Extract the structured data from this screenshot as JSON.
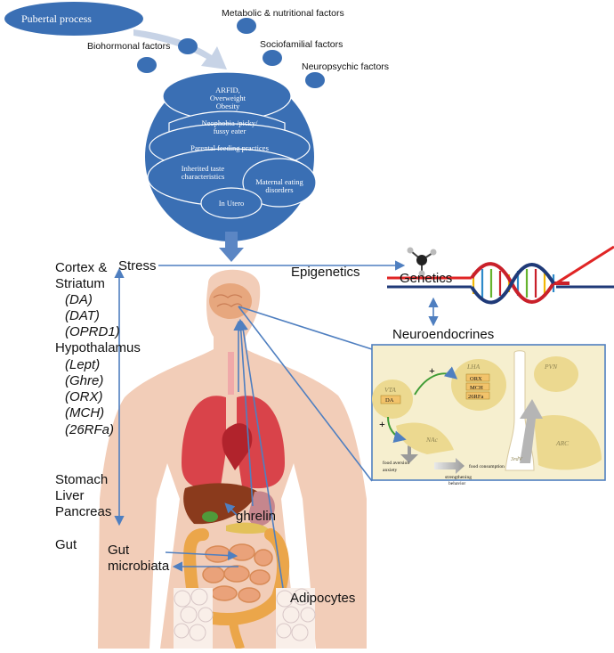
{
  "top": {
    "pubertal": "Pubertal process",
    "metabolic": "Metabolic & nutritional factors",
    "biohormonal": "Biohormonal factors",
    "sociofamilial": "Sociofamilial factors",
    "neuropsychic": "Neuropsychic factors"
  },
  "circle": {
    "arfid": [
      "ARFID,",
      "Overweight",
      "Obesity"
    ],
    "neophobia": [
      "Neophobia /picky/",
      "fussy eater"
    ],
    "parental": "Parental feeding practices",
    "inherited": [
      "Inherited taste",
      "characteristics"
    ],
    "maternal": [
      "Maternal eating",
      "disorders"
    ],
    "utero": "In Utero"
  },
  "left": {
    "cortex": "Cortex &",
    "striatum": "Striatum",
    "da": "(DA)",
    "dat": "(DAT)",
    "oprd1": "(OPRD1)",
    "hypothalamus": "Hypothalamus",
    "lept": "(Lept)",
    "ghre": "(Ghre)",
    "orx": "(ORX)",
    "mch": "(MCH)",
    "rfa": "(26RFa)",
    "stomach": "Stomach",
    "liver": "Liver",
    "pancreas": "Pancreas",
    "gut": "Gut"
  },
  "mid": {
    "stress": "Stress",
    "epigenetics": "Epigenetics",
    "genetics": "Genetics",
    "neuroendocrines": "Neuroendocrines",
    "ghrelin": "ghrelin",
    "gut_microbiata": [
      "Gut",
      "microbiata"
    ],
    "adipocytes": "Adipocytes"
  },
  "inset": {
    "pvn": "PVN",
    "lha": "LHA",
    "orx": "ORX",
    "mch": "MCH",
    "rfa": "26RFa",
    "vta": "VTA",
    "da": "DA",
    "nac": "NAc",
    "arc": "ARC",
    "v3": "3rdV",
    "plus1": "+",
    "plus2": "+",
    "food_aversion": "food aversion",
    "anxiety": "anxiety",
    "strengthening": [
      "strengthening",
      "behavior"
    ],
    "food_consumption": "food consumption"
  },
  "colors": {
    "circle_blue": "#3a6fb4",
    "arrow_blue": "#5b86c4",
    "body_skin": "#f2cdb8",
    "lung_red": "#d9434a",
    "intestine_orange": "#eba64a",
    "inset_bg": "#f6efcf",
    "inset_region": "#ecd990",
    "green_arrow": "#3f9c35"
  }
}
